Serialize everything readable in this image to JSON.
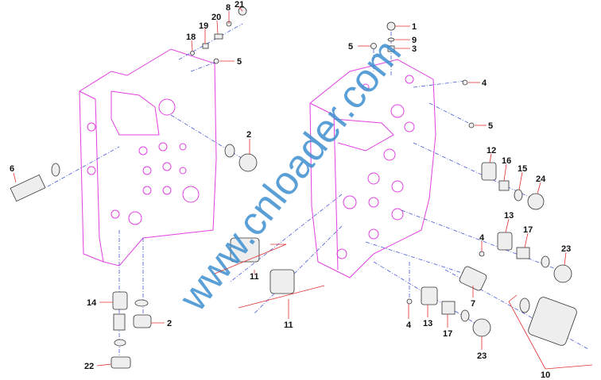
{
  "diagram": {
    "title": "Control valve exploded parts view",
    "watermark": "www.cnloader.com",
    "colors": {
      "housing": "#e040e0",
      "axis": "#4a5ad8",
      "leader": "#e03030",
      "watermark": "#3e8fd0"
    },
    "callouts": [
      "21",
      "8",
      "20",
      "19",
      "18",
      "5",
      "1",
      "9",
      "3",
      "5",
      "4",
      "5",
      "2",
      "6",
      "12",
      "16",
      "15",
      "24",
      "13",
      "17",
      "23",
      "4",
      "11",
      "11",
      "14",
      "2",
      "22",
      "7",
      "4",
      "13",
      "17",
      "23",
      "10"
    ]
  }
}
